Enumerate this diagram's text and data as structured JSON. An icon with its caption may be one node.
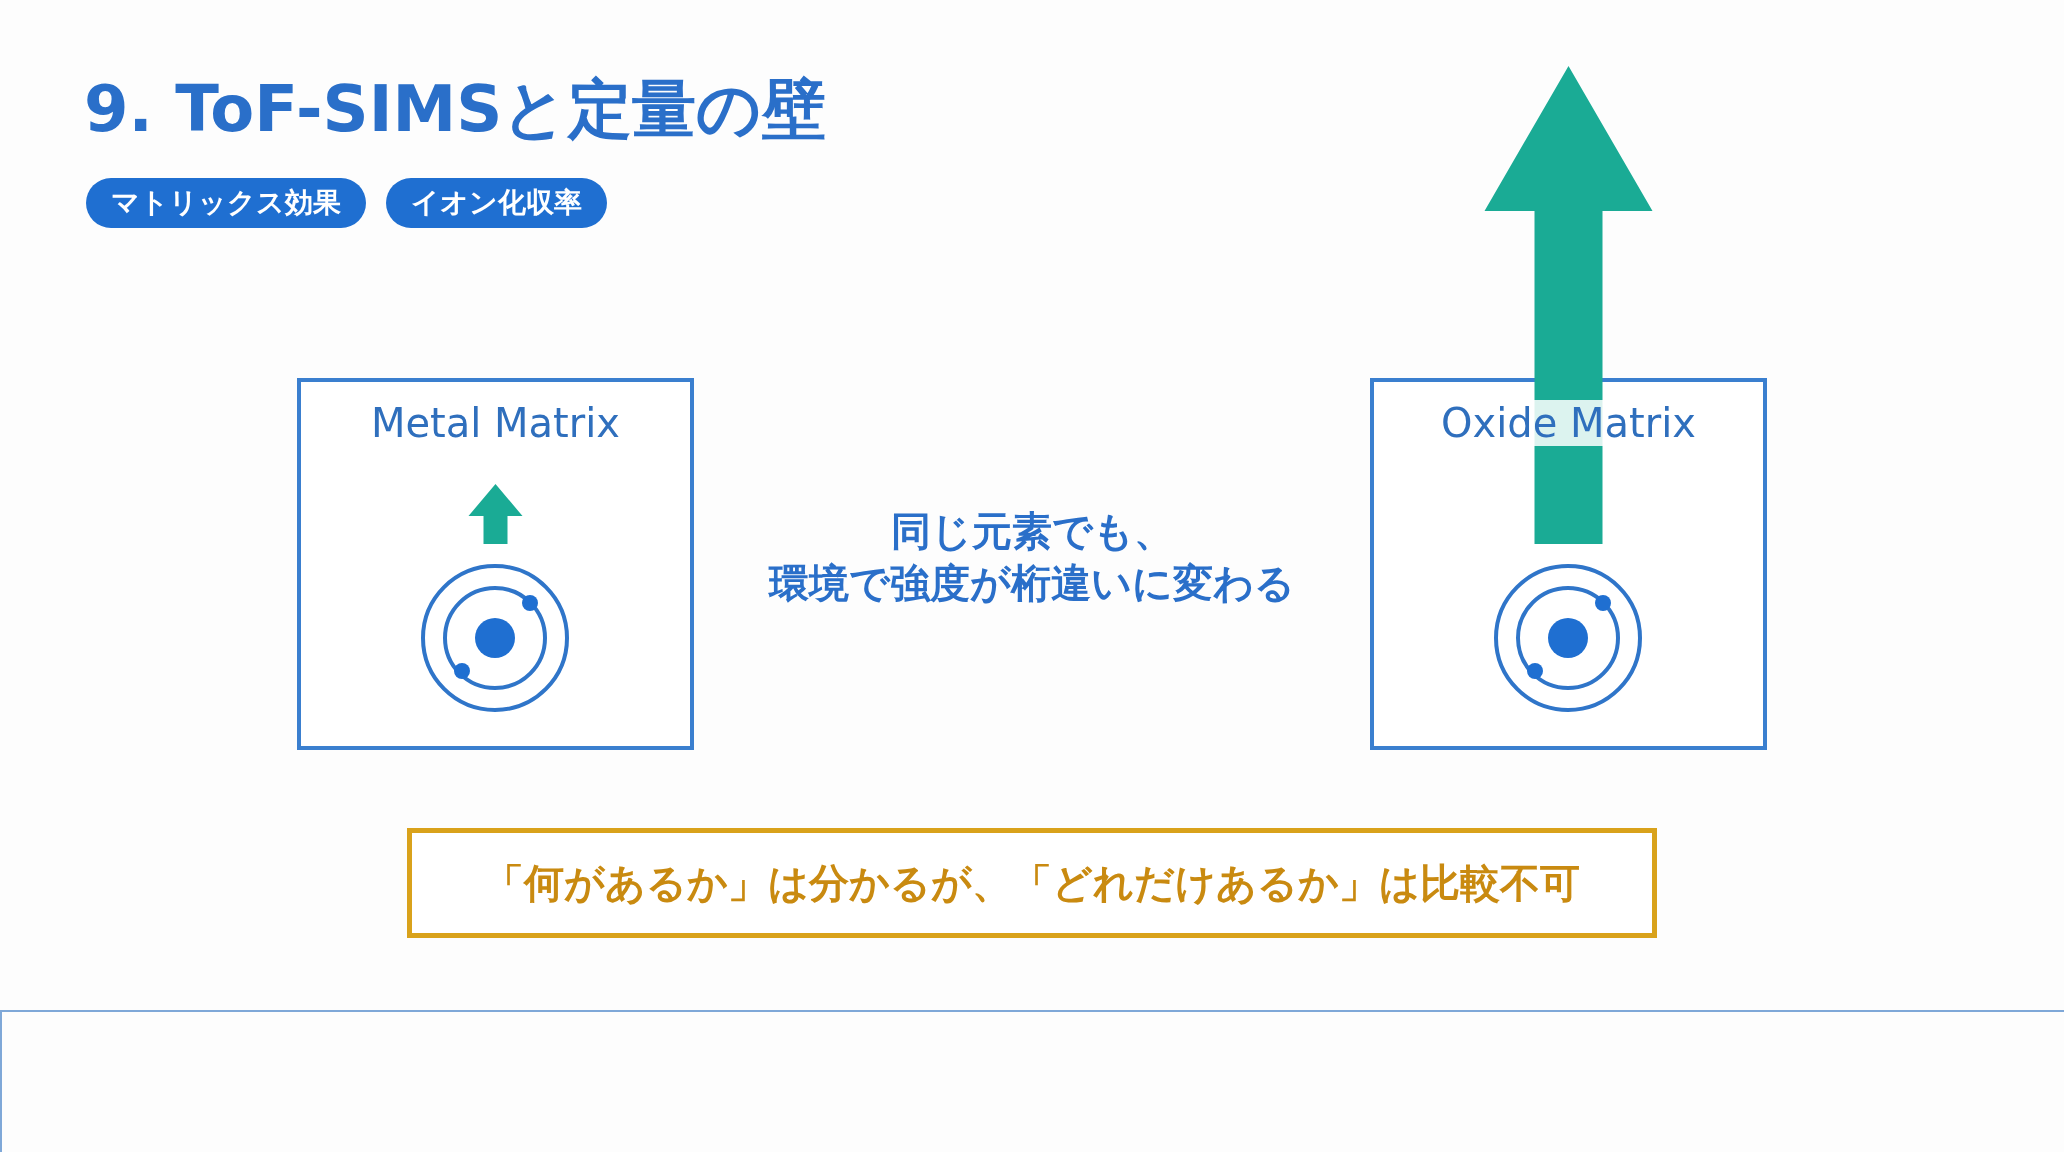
{
  "diagram": {
    "title": "9. ToF-SIMSと定量の壁",
    "nodes": [
      {
        "text": [
          "マトリックス効果"
        ]
      },
      {
        "text": [
          "イオン化収率"
        ]
      },
      {
        "text": [
          "Metal Matrix"
        ]
      },
      {
        "text": [
          "Oxide Matrix"
        ]
      },
      {
        "text": [
          "「何があるか」は分かるが、「どれだけあるか」は比較不可"
        ]
      }
    ],
    "edges": [],
    "labels": [
      "同じ元素でも、環境で強度が桁違いに変わる"
    ]
  }
}
